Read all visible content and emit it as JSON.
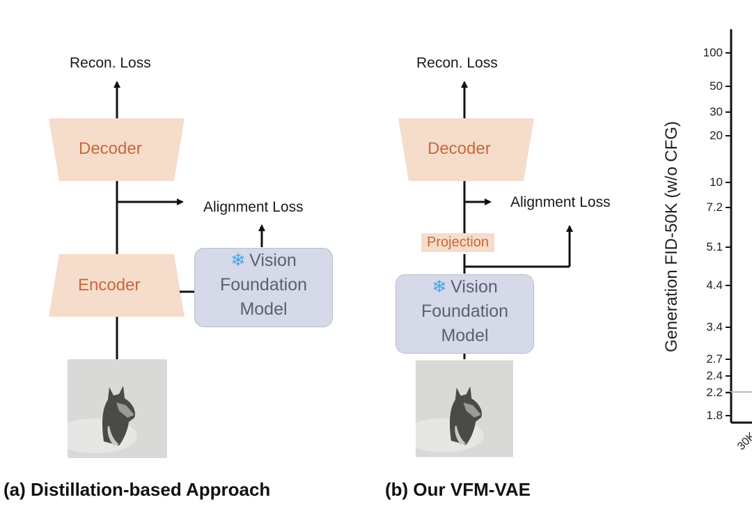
{
  "panel_a": {
    "recon_loss": "Recon. Loss",
    "decoder": "Decoder",
    "alignment_loss": "Alignment Loss",
    "encoder": "Encoder",
    "vfm_line1": "Vision",
    "vfm_line2": "Foundation",
    "vfm_line3": "Model",
    "caption": "(a) Distillation-based Approach"
  },
  "panel_b": {
    "recon_loss": "Recon. Loss",
    "decoder": "Decoder",
    "alignment_loss": "Alignment Loss",
    "projection": "Projection",
    "vfm_line1": "Vision",
    "vfm_line2": "Foundation",
    "vfm_line3": "Model",
    "caption": "(b) Our VFM-VAE"
  },
  "icons": {
    "frozen": "snowflake-icon",
    "snowflake_glyph": "❄"
  },
  "chart": {
    "ylabel": "Generation FID-50K (w/o CFG)",
    "y_ticks": [
      "100",
      "50",
      "30",
      "20",
      "10",
      "7.2",
      "5.1",
      "4.4",
      "3.4",
      "2.7",
      "2.4",
      "2.2",
      "1.8"
    ],
    "x_partial_tick": "30K"
  },
  "colors": {
    "shape_fill": "#f6dccb",
    "shape_text": "#c8683a",
    "vfm_fill": "#d5d9e8",
    "snowflake": "#4aa3e8"
  }
}
